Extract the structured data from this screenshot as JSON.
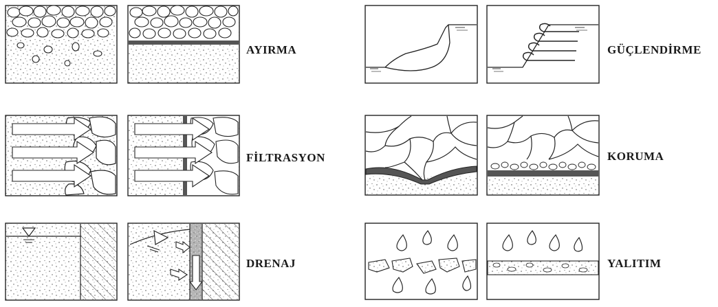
{
  "functions": [
    {
      "id": "ayirma",
      "label": "AYIRMA"
    },
    {
      "id": "filtrasyon",
      "label": "FİLTRASYON"
    },
    {
      "id": "drenaj",
      "label": "DRENAJ"
    },
    {
      "id": "guclendirme",
      "label": "GÜÇLENDİRME"
    },
    {
      "id": "koruma",
      "label": "KORUMA"
    },
    {
      "id": "yalitim",
      "label": "YALITIM"
    }
  ]
}
